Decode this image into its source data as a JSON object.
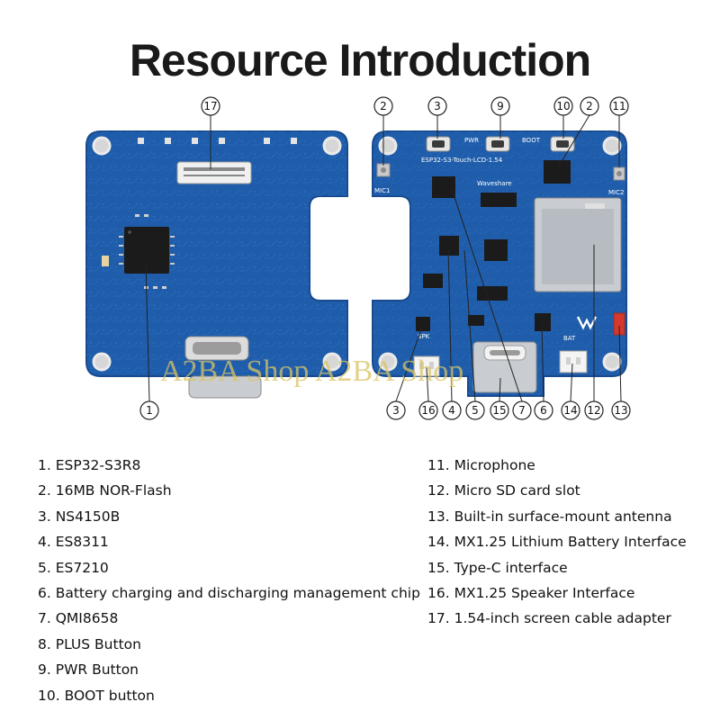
{
  "title": "Resource Introduction",
  "watermark": "A2BA Shop A2BA Shop",
  "callouts": {
    "c1": "1",
    "c2a": "2",
    "c2b": "2",
    "c3a": "3",
    "c3b": "3",
    "c4": "4",
    "c5": "5",
    "c6": "6",
    "c7": "7",
    "c9": "9",
    "c10": "10",
    "c11": "11",
    "c12": "12",
    "c13": "13",
    "c14": "14",
    "c15": "15",
    "c16": "16",
    "c17": "17"
  },
  "silkscreen": {
    "pwr": "PWR",
    "boot": "BOOT",
    "mic1": "MIC1",
    "mic2": "MIC2",
    "board_name": "ESP32-S3-Touch-LCD-1.54",
    "brand": "Waveshare",
    "spk": "SPK",
    "bat": "BAT"
  },
  "colors": {
    "pcb": "#1f5dab",
    "pcb_dark": "#174a8e",
    "chip": "#1b1b1b",
    "metal": "#c9cdd2"
  },
  "items_left": [
    "1. ESP32-S3R8",
    "2. 16MB NOR-Flash",
    "3. NS4150B",
    "4. ES8311",
    "5. ES7210",
    "6. Battery charging and discharging management chip",
    "7. QMI8658",
    "8. PLUS Button",
    "9. PWR Button",
    "10. BOOT button"
  ],
  "items_right": [
    "11. Microphone",
    "12. Micro SD card slot",
    "13. Built-in surface-mount antenna",
    "14. MX1.25 Lithium Battery Interface",
    "15. Type-C interface",
    "16. MX1.25 Speaker Interface",
    "17. 1.54-inch screen cable adapter"
  ]
}
